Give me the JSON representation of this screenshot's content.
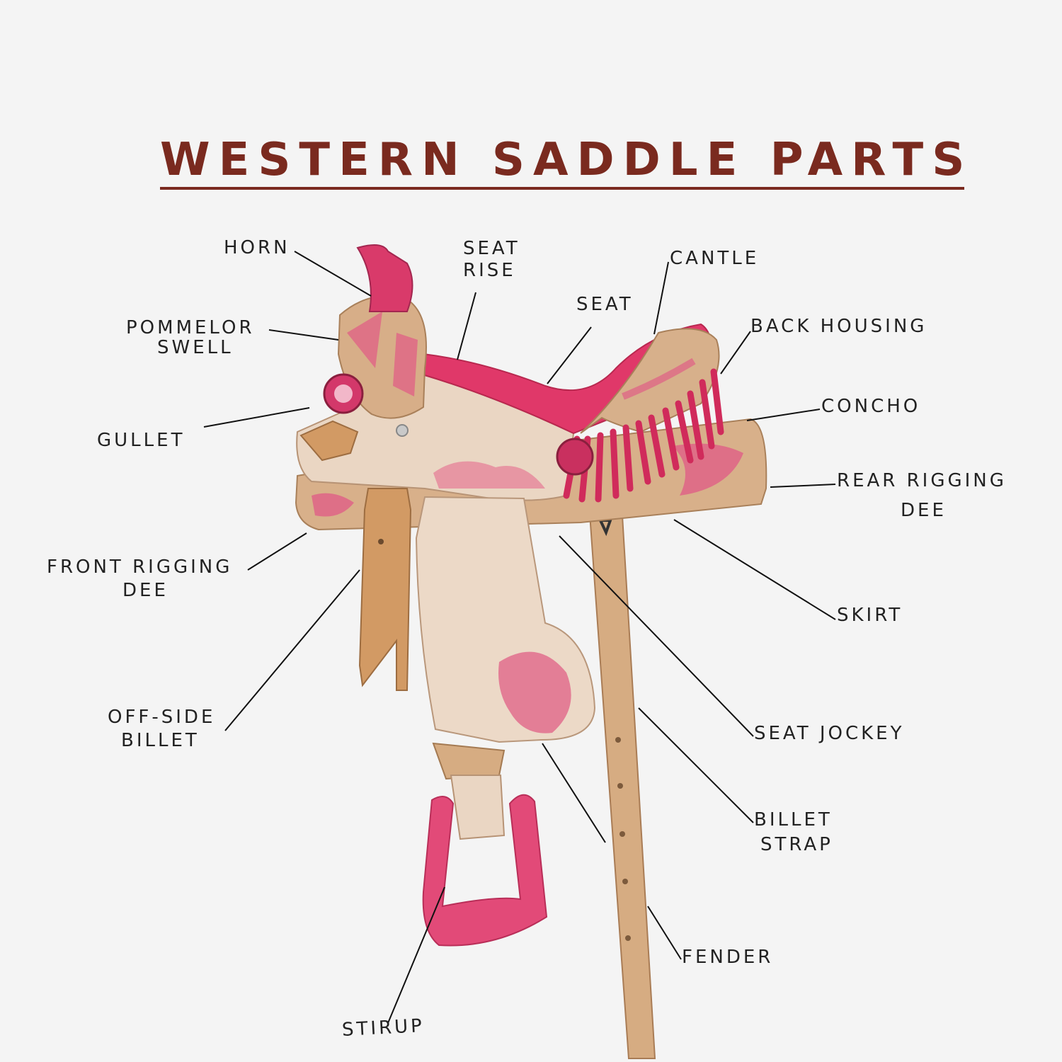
{
  "title": "WESTERN SADDLE PARTS",
  "colors": {
    "title": "#7a2a1f",
    "leather": "#d9b18a",
    "light_leather": "#ead6c3",
    "pink": "#d93a6a",
    "background": "#f4f4f4"
  },
  "labels": {
    "horn": "HORN",
    "seat_rise_1": "SEAT",
    "seat_rise_2": "RISE",
    "cantle": "CANTLE",
    "seat": "SEAT",
    "back_housing": "BACK HOUSING",
    "pommel_1": "POMMELOR",
    "pommel_2": "SWELL",
    "concho": "CONCHO",
    "gullet": "GULLET",
    "rear_rigging_1": "REAR RIGGING",
    "rear_rigging_2": "DEE",
    "front_rigging_1": "FRONT RIGGING",
    "front_rigging_2": "DEE",
    "skirt": "SKIRT",
    "offside_1": "OFF-SIDE",
    "offside_2": "BILLET",
    "seat_jockey": "SEAT JOCKEY",
    "billet_1": "BILLET",
    "billet_2": "STRAP",
    "fender": "FENDER",
    "stirup": "STIRUP"
  }
}
